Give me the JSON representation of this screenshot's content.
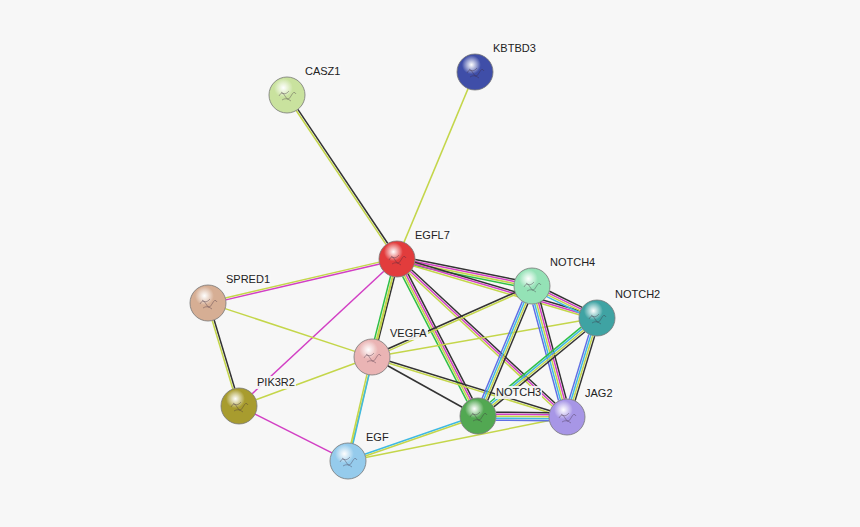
{
  "diagram": {
    "nodes": [
      {
        "text": [
          "KBTBD3"
        ]
      },
      {
        "text": [
          "CASZ1"
        ]
      },
      {
        "text": [
          "EGFL7"
        ]
      },
      {
        "text": [
          "SPRED1"
        ]
      },
      {
        "text": [
          "NOTCH4"
        ]
      },
      {
        "text": [
          "NOTCH2"
        ]
      },
      {
        "text": [
          "VEGFA"
        ]
      },
      {
        "text": [
          "PIK3R2"
        ]
      },
      {
        "text": [
          "NOTCH3"
        ]
      },
      {
        "text": [
          "JAG2"
        ]
      },
      {
        "text": [
          "EGF"
        ]
      }
    ],
    "edges": [
      {
        "from": 1,
        "to": 2,
        "arrow": "none"
      },
      {
        "from": 0,
        "to": 2,
        "arrow": "none"
      },
      {
        "from": 2,
        "to": 3,
        "arrow": "none"
      },
      {
        "from": 2,
        "to": 7,
        "arrow": "none"
      },
      {
        "from": 2,
        "to": 6,
        "arrow": "none"
      },
      {
        "from": 2,
        "to": 10,
        "arrow": "none"
      },
      {
        "from": 2,
        "to": 4,
        "arrow": "none"
      },
      {
        "from": 2,
        "to": 5,
        "arrow": "none"
      },
      {
        "from": 2,
        "to": 8,
        "arrow": "none"
      },
      {
        "from": 2,
        "to": 9,
        "arrow": "none"
      },
      {
        "from": 3,
        "to": 7,
        "arrow": "none"
      },
      {
        "from": 3,
        "to": 6,
        "arrow": "none"
      },
      {
        "from": 7,
        "to": 6,
        "arrow": "none"
      },
      {
        "from": 7,
        "to": 10,
        "arrow": "none"
      },
      {
        "from": 6,
        "to": 10,
        "arrow": "none"
      },
      {
        "from": 6,
        "to": 4,
        "arrow": "none"
      },
      {
        "from": 6,
        "to": 5,
        "arrow": "none"
      },
      {
        "from": 6,
        "to": 8,
        "arrow": "none"
      },
      {
        "from": 6,
        "to": 9,
        "arrow": "none"
      },
      {
        "from": 10,
        "to": 8,
        "arrow": "none"
      },
      {
        "from": 10,
        "to": 9,
        "arrow": "none"
      },
      {
        "from": 4,
        "to": 5,
        "arrow": "none"
      },
      {
        "from": 4,
        "to": 8,
        "arrow": "none"
      },
      {
        "from": 4,
        "to": 9,
        "arrow": "none"
      },
      {
        "from": 5,
        "to": 8,
        "arrow": "none"
      },
      {
        "from": 5,
        "to": 9,
        "arrow": "none"
      },
      {
        "from": 8,
        "to": 9,
        "arrow": "none"
      }
    ]
  }
}
